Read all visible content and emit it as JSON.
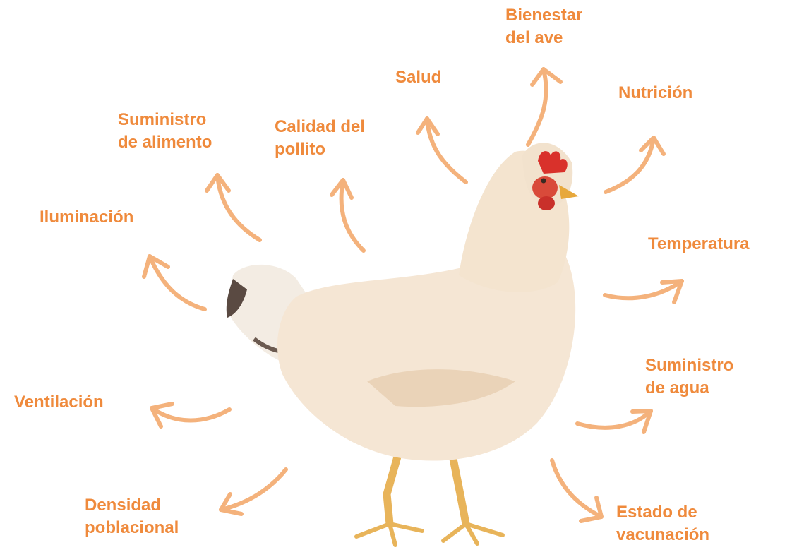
{
  "accent_color": "#ef8a3c",
  "arrow_color": "#f4b27c",
  "central_image": "hen-illustration",
  "factors": [
    {
      "id": "bienestar",
      "lines": [
        "Bienestar",
        "del ave"
      ]
    },
    {
      "id": "salud",
      "lines": [
        "Salud"
      ]
    },
    {
      "id": "nutricion",
      "lines": [
        "Nutrición"
      ]
    },
    {
      "id": "calidad-pollito",
      "lines": [
        "Calidad del",
        "pollito"
      ]
    },
    {
      "id": "suministro-alimento",
      "lines": [
        "Suministro",
        "de alimento"
      ]
    },
    {
      "id": "iluminacion",
      "lines": [
        "Iluminación"
      ]
    },
    {
      "id": "temperatura",
      "lines": [
        "Temperatura"
      ]
    },
    {
      "id": "suministro-agua",
      "lines": [
        "Suministro",
        "de agua"
      ]
    },
    {
      "id": "ventilacion",
      "lines": [
        "Ventilación"
      ]
    },
    {
      "id": "densidad",
      "lines": [
        "Densidad",
        "poblacional"
      ]
    },
    {
      "id": "vacunacion",
      "lines": [
        "Estado de",
        "vacunación"
      ]
    }
  ]
}
